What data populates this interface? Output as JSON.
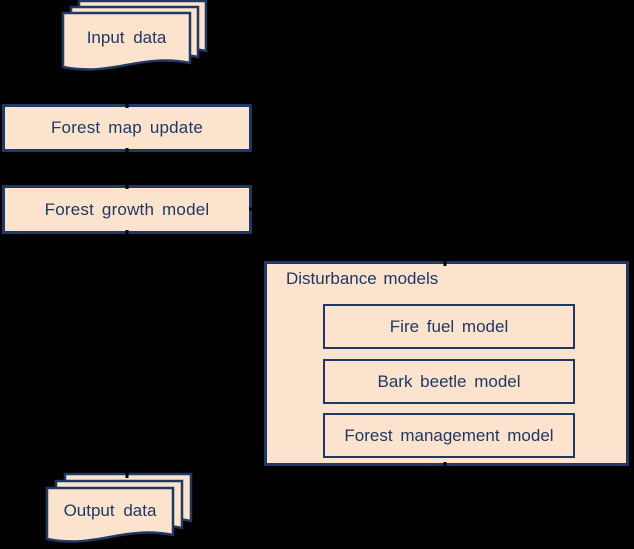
{
  "diagram": {
    "type": "flowchart",
    "colors": {
      "background": "#000000",
      "node_fill": "#FCE3CD",
      "node_border": "#1F3864",
      "text": "#1F3864"
    },
    "nodes": {
      "input_data": {
        "label": "Input data",
        "shape": "multidocument"
      },
      "forest_map_update": {
        "label": "Forest map update",
        "shape": "rectangle"
      },
      "forest_growth_model": {
        "label": "Forest growth model",
        "shape": "rectangle"
      },
      "disturbance_models": {
        "label": "Disturbance models",
        "shape": "container",
        "children": [
          {
            "label": "Fire fuel model"
          },
          {
            "label": "Bark beetle model"
          },
          {
            "label": "Forest management model"
          }
        ]
      },
      "output_data": {
        "label": "Output data",
        "shape": "multidocument"
      }
    },
    "edges": [
      {
        "from": "input_data",
        "to": "forest_map_update"
      },
      {
        "from": "forest_map_update",
        "to": "forest_growth_model"
      },
      {
        "from": "forest_growth_model",
        "to": "output_data"
      },
      {
        "from": "forest_growth_model",
        "to": "disturbance_models"
      },
      {
        "from": "disturbance_models",
        "to": "output_data"
      }
    ]
  }
}
